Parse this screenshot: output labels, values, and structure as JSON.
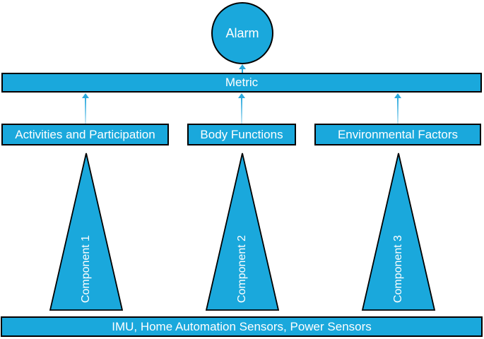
{
  "colors": {
    "fill": "#1AA8DC",
    "border": "#000000",
    "text": "#FFFFFF",
    "arrow": "#2AA9DD",
    "arrow_fade": "#C9E9F6"
  },
  "diagram": {
    "alarm": {
      "label": "Alarm"
    },
    "metric": {
      "label": "Metric"
    },
    "categories": [
      {
        "label": "Activities and Participation"
      },
      {
        "label": "Body Functions"
      },
      {
        "label": "Environmental Factors"
      }
    ],
    "components": [
      {
        "label": "Component 1"
      },
      {
        "label": "Component 2"
      },
      {
        "label": "Component 3"
      }
    ],
    "sensors": {
      "label": "IMU, Home Automation Sensors, Power Sensors"
    }
  }
}
